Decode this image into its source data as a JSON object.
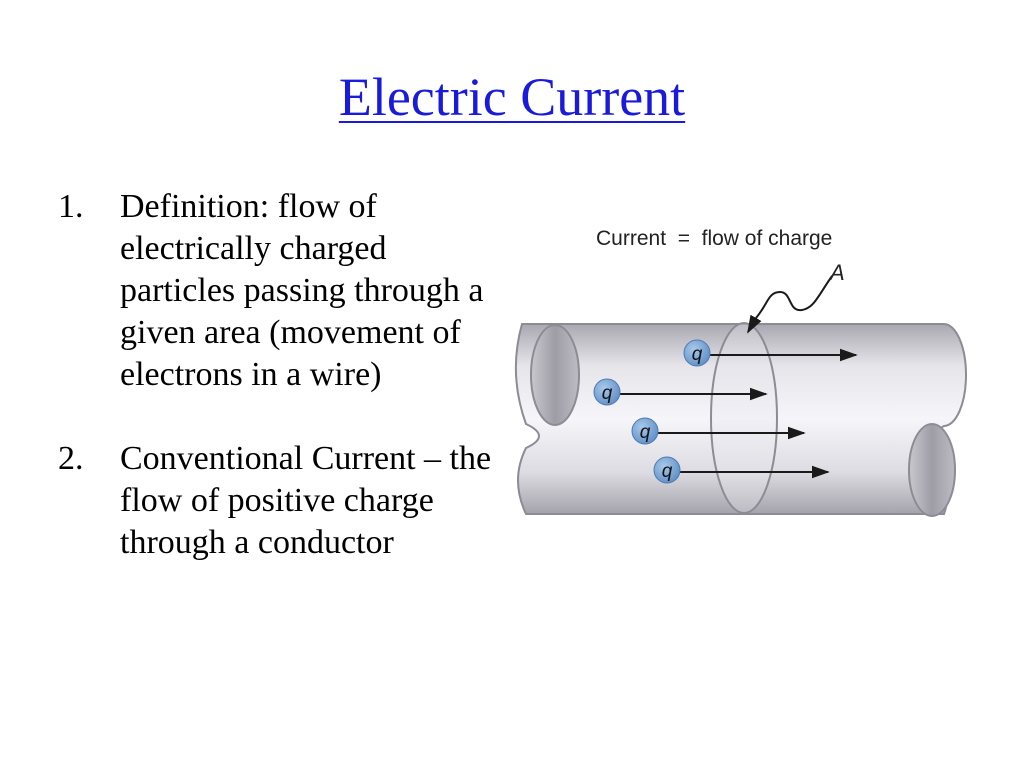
{
  "slide": {
    "title": "Electric Current",
    "points": [
      {
        "number": "1.",
        "text": "Definition:  flow of electrically charged particles passing through a given area (movement of electrons in a wire)"
      },
      {
        "number": "2.",
        "text": "Conventional Current – the flow of positive charge through a conductor"
      }
    ]
  },
  "figure": {
    "caption": "Current  =  flow of charge",
    "area_label": "A",
    "charge_label": "q",
    "charge_count": 4,
    "colors": {
      "charge_fill": "#6d9ccf",
      "wire_light": "#f4f3f7",
      "wire_dark": "#9c9aa3",
      "title_link": "#1a1adb"
    }
  }
}
